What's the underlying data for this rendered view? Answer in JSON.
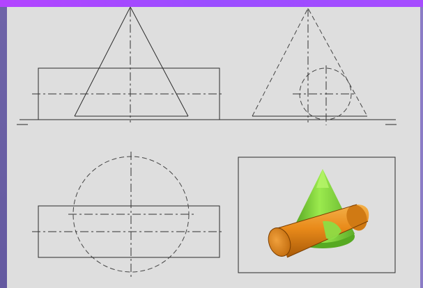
{
  "colors": {
    "frame_top": "#9a4dff",
    "frame_left": "#6459a0",
    "background": "#dedede",
    "line": "#2b2b2b",
    "cone": "#7fd43a",
    "cylinder": "#e98a1a"
  },
  "views": [
    "front-view",
    "side-view",
    "top-view",
    "3d-view"
  ],
  "icons": [
    "cone-shape",
    "cylinder-shape"
  ]
}
